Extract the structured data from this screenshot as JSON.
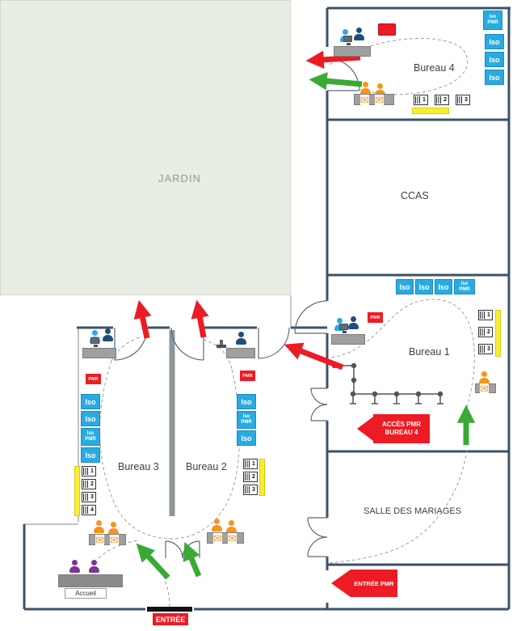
{
  "colors": {
    "wall": "#3d5266",
    "iso_blue": "#29abe2",
    "alert_red": "#ed1c24",
    "path_green": "#3aaa35",
    "strip_yellow": "#f9ed32",
    "agent_orange": "#f7941d",
    "accueil_purple": "#7a3694",
    "person_blue": "#29abe2",
    "person_navy": "#1f4e79",
    "jardin_green": "#e8eee3"
  },
  "labels": {
    "jardin": "JARDIN",
    "bureau4": "Bureau 4",
    "ccas": "CCAS",
    "bureau1": "Bureau 1",
    "salle_mariages": "SALLE DES MARIAGES",
    "bureau3": "Bureau 3",
    "bureau2": "Bureau 2",
    "accueil": "Accueil"
  },
  "signs": {
    "entree": "ENTRÉE",
    "entree_pmr": "ENTRÉE PMR",
    "acces_pmr_line1": "ACCÈS PMR",
    "acces_pmr_line2": "BUREAU 4",
    "pmr": "PMR"
  },
  "booths": {
    "iso": "Iso",
    "iso_pmr": "Iso PMR"
  },
  "tickets": {
    "numbers": [
      "1",
      "2",
      "3",
      "4"
    ]
  },
  "icons": {
    "envelope": "✉"
  }
}
